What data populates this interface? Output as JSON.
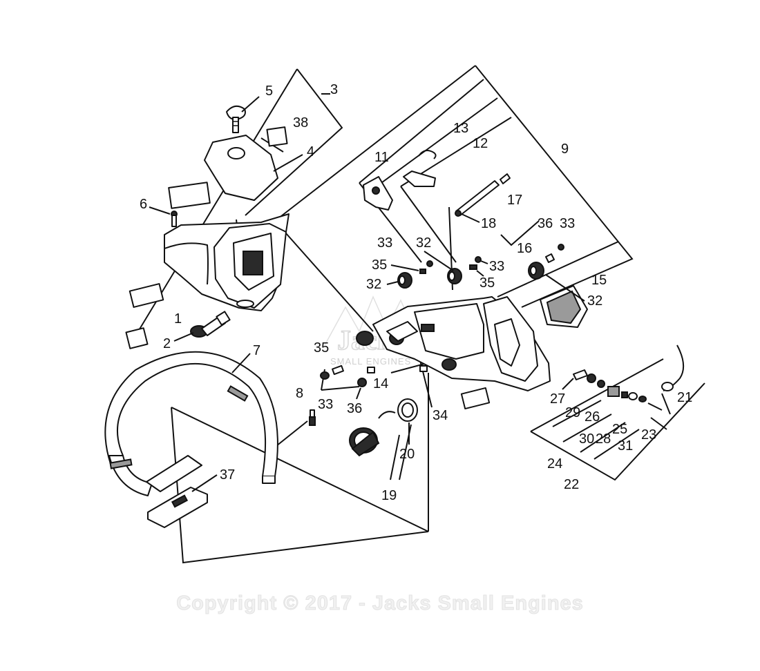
{
  "diagram": {
    "labels": {
      "l1": "1",
      "l2": "2",
      "l3": "3",
      "l4": "4",
      "l5": "5",
      "l6": "6",
      "l7": "7",
      "l8": "8",
      "l9": "9",
      "l11": "11",
      "l12": "12",
      "l13": "13",
      "l14": "14",
      "l15": "15",
      "l16": "16",
      "l17": "17",
      "l18": "18",
      "l19": "19",
      "l20": "20",
      "l21": "21",
      "l22": "22",
      "l23": "23",
      "l24": "24",
      "l25": "25",
      "l26": "26",
      "l27": "27",
      "l28": "28",
      "l29": "29",
      "l30": "30",
      "l31": "31",
      "l32": "32",
      "l33": "33",
      "l34": "34",
      "l35": "35",
      "l36": "36",
      "l37": "37",
      "l38": "38"
    },
    "watermark": {
      "logo": "Jacks",
      "sub": "SMALL ENGINES"
    },
    "copyright": "Copyright © 2017 - Jacks Small Engines"
  }
}
